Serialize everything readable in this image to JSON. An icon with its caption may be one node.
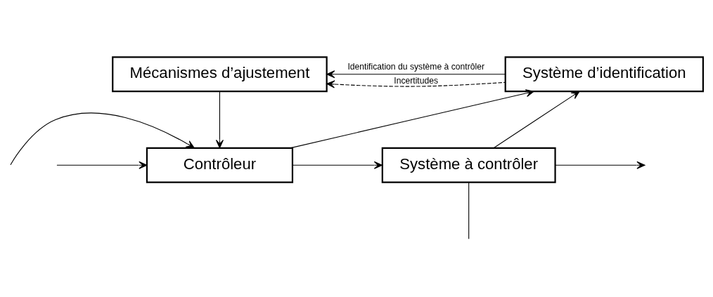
{
  "diagram": {
    "nodes": [
      {
        "text": [
          "Mécanismes d’ajustement"
        ]
      },
      {
        "text": [
          "Système d’identification"
        ]
      },
      {
        "text": [
          "Contrôleur"
        ]
      },
      {
        "text": [
          "Système à contrôler"
        ]
      }
    ],
    "edges": [
      {
        "from": 1,
        "to": 0,
        "arrow": "to",
        "label": "Identification du système à contrôler"
      },
      {
        "from": 1,
        "to": 0,
        "arrow": "to",
        "style": "dashed",
        "label": "Incertitudes"
      },
      {
        "from": 0,
        "to": 2,
        "arrow": "to"
      },
      {
        "from": null,
        "to": 2,
        "arrow": "to"
      },
      {
        "from": null,
        "to": 2,
        "arrow": "to"
      },
      {
        "from": 2,
        "to": 3,
        "arrow": "to"
      },
      {
        "from": 2,
        "to": 1,
        "arrow": "to"
      },
      {
        "from": 3,
        "to": null,
        "arrow": "to"
      },
      {
        "from": 3,
        "to": 1,
        "arrow": "to"
      },
      {
        "from": 3,
        "to": null,
        "arrow": "none"
      }
    ]
  }
}
